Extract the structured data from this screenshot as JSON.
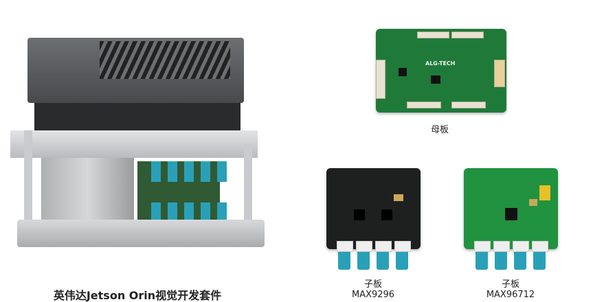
{
  "kit": {
    "caption": "英伟达Jetson Orin视觉开发套件"
  },
  "motherboard": {
    "caption": "母板",
    "logo": "ALG-TECH"
  },
  "daughter_boards": [
    {
      "caption": "子板",
      "model": "MAX9296",
      "color": "#1e2020"
    },
    {
      "caption": "子板",
      "model": "MAX96712",
      "color": "#1f7a3a"
    }
  ]
}
